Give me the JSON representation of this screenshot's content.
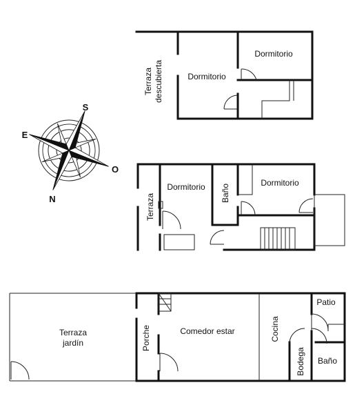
{
  "floors": {
    "upper": {
      "rooms": {
        "terraza_descubierta": [
          "Terraza",
          "descubierta"
        ],
        "dormitorio_a": "Dormitorio",
        "dormitorio_b": "Dormitorio"
      }
    },
    "middle": {
      "rooms": {
        "terraza": "Terraza",
        "dormitorio_a": "Dormitorio",
        "bano": "Baño",
        "dormitorio_b": "Dormitorio"
      }
    },
    "ground": {
      "rooms": {
        "terraza_jardin": [
          "Terraza",
          "jardín"
        ],
        "porche": "Porche",
        "comedor_estar": "Comedor estar",
        "cocina": "Cocina",
        "patio": "Patio",
        "bodega": "Bodega",
        "bano": "Baño"
      }
    }
  },
  "compass": {
    "north": "N",
    "south": "S",
    "east": "E",
    "west": "O"
  },
  "colors": {
    "wall": "#111111",
    "background": "#ffffff"
  }
}
